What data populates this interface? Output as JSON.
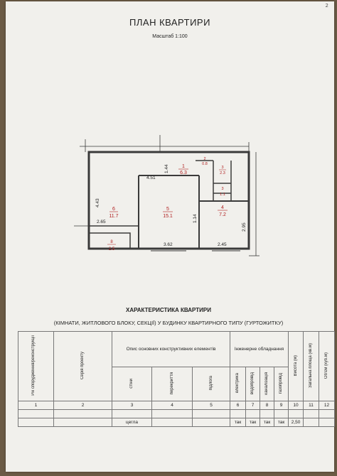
{
  "page": {
    "corner_mark": "2",
    "title": "ПЛАН КВАРТИРИ",
    "scale": "Масштаб 1:100"
  },
  "plan": {
    "rooms": [
      {
        "number": "6",
        "area": "11.7"
      },
      {
        "number": "5",
        "area": "15.1"
      },
      {
        "number": "4",
        "area": "7.2"
      },
      {
        "number": "1",
        "area": "6.3"
      },
      {
        "number": "2",
        "area": "0.8"
      },
      {
        "number": "3",
        "area": "2.3"
      },
      {
        "number": "3",
        "area": "1.1"
      },
      {
        "number": "8",
        "area": "2.5"
      }
    ],
    "dimensions": [
      "4.51",
      "1.44",
      "4.43",
      "2.65",
      "1.14",
      "3.62",
      "2.45",
      "2.95"
    ]
  },
  "characteristics": {
    "title": "ХАРАКТЕРИСТИКА КВАРТИРИ",
    "subtitle": "(КІМНАТИ, ЖИТЛОВОГО БЛОКУ, СЕКЦІЇ) У БУДИНКУ КВАРТИРНОГО ТИПУ (ГУРТОЖИТКУ)",
    "headers": {
      "col1": "Рік спорудження/реконструкції",
      "col2": "Серія проекту",
      "construction_group": "Опис основних конструктивних елементів",
      "walls": "стіни",
      "floors_ceiling": "перекриття",
      "floors": "підлога",
      "engineering_group": "Інженерне обладнання",
      "electricity": "електрика",
      "water": "водопровід",
      "sewerage": "каналізація",
      "gas": "газопровід",
      "height": "Висота (м)",
      "total_area": "Загальна площа (кв.м)",
      "volume": "Об'єм (куб.м)"
    },
    "column_numbers": [
      "1",
      "2",
      "3",
      "4",
      "5",
      "6",
      "7",
      "8",
      "9",
      "10",
      "11",
      "12"
    ],
    "row": {
      "walls": "цегла",
      "electricity": "так",
      "water": "так",
      "sewerage": "так",
      "gas": "так",
      "height": "2,50"
    }
  }
}
